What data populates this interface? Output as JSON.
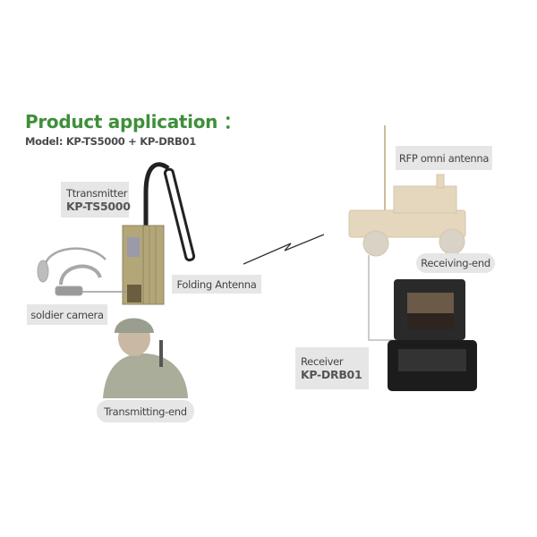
{
  "header": {
    "title": "Product application ：",
    "model": "Model: KP-TS5000 + KP-DRB01"
  },
  "labels": {
    "transmitter_line1": "Ttransmitter",
    "transmitter_line2": "KP-TS5000",
    "folding_antenna": "Folding Antenna",
    "soldier_camera": "soldier camera",
    "transmitting_end": "Transmitting-end",
    "rfp_antenna": "RFP omni antenna",
    "receiving_end": "Receiving-end",
    "receiver_line1": "Receiver",
    "receiver_line2": "KP-DRB01"
  },
  "colors": {
    "title": "#3f8f3a",
    "label_bg": "#e6e6e6",
    "device": "#b3a679"
  }
}
